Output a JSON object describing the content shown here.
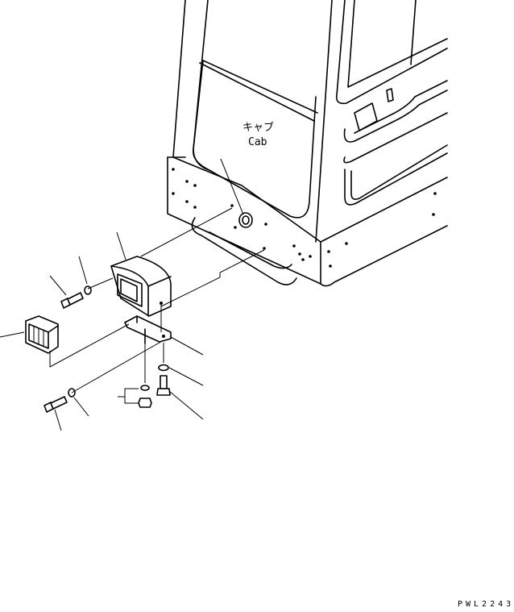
{
  "labels": {
    "cab_jp": "キャブ",
    "cab_en": "Cab"
  },
  "drawing_code": "PWL2243"
}
